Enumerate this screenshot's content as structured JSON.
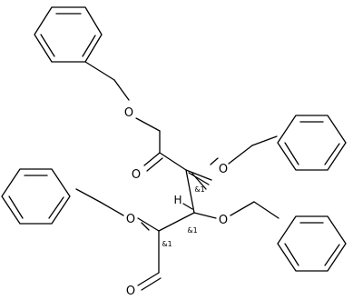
{
  "molecule": {
    "atom_labels": {
      "oxygen": "O",
      "hydrogen": "H"
    },
    "stereo_labels": {
      "c3": "&1",
      "c4": "&1",
      "c2": "&1"
    },
    "colors": {
      "bond": "#000000",
      "background": "#ffffff"
    }
  }
}
